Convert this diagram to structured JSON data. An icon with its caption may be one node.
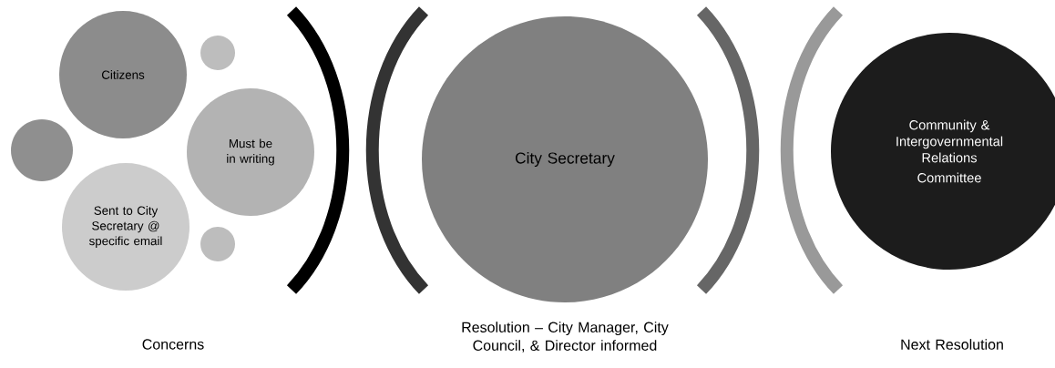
{
  "diagram": {
    "nodes": [
      {
        "text": [
          "Citizens"
        ]
      },
      {
        "text": [],
        "shape": "circle"
      },
      {
        "text": [],
        "shape": "circle"
      },
      {
        "text": [
          "Must be in writing"
        ]
      },
      {
        "text": [
          "Sent to City Secretary @ specific email"
        ]
      },
      {
        "text": [],
        "shape": "circle"
      },
      {
        "text": [
          "City Secretary"
        ]
      },
      {
        "text": [
          "Community & Intergovernmental Relations",
          "Committee"
        ]
      }
    ],
    "labels": [
      "Concerns",
      "Resolution – City Manager, City Council, & Director informed",
      "Next Resolution"
    ]
  }
}
